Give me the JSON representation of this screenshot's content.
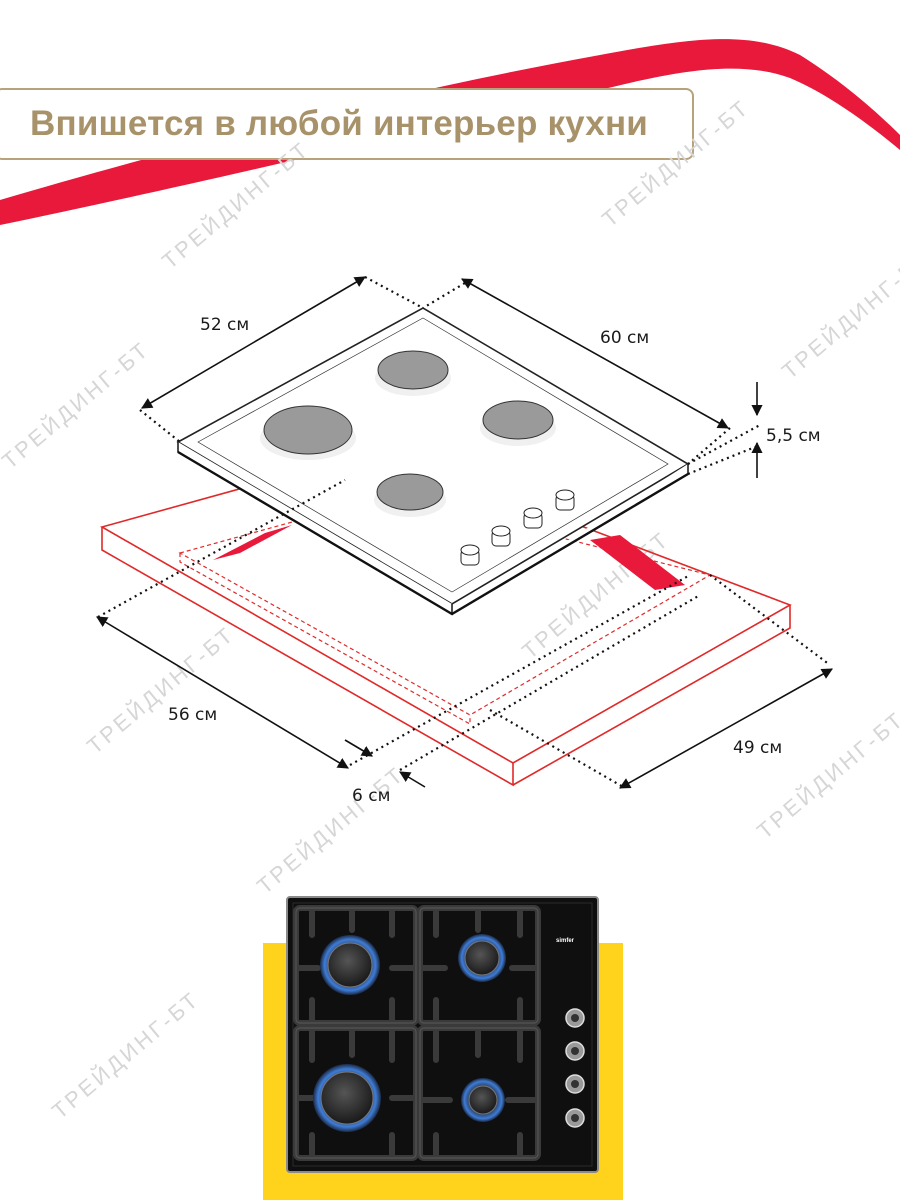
{
  "headline": "Впишется в любой интерьер кухни",
  "dimensions": {
    "top_depth": "52 см",
    "top_width": "60 см",
    "height": "5,5 см",
    "cutout_width": "56 см",
    "cutout_depth": "49 см",
    "offset": "6 см"
  },
  "watermark": "ТРЕЙДИНГ-БТ",
  "product": {
    "brand": "simfer",
    "burner_count": 4,
    "knob_count": 4
  },
  "colors": {
    "accent_red": "#e8193a",
    "headline_gold": "#a8926a",
    "outline_red": "#e02a2a",
    "yellow_panel": "#ffd21c",
    "hob_black": "#0f0f10"
  }
}
